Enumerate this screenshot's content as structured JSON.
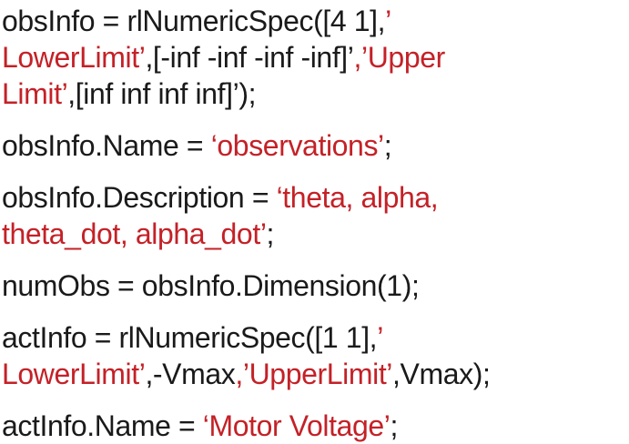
{
  "page": {
    "background": "#ffffff"
  },
  "colors": {
    "code": "#1a1a1a",
    "string": "#c42127"
  },
  "code_block": {
    "language": "matlab",
    "statements": [
      {
        "lines": [
          [
            {
              "t": "obsInfo = rlNumericSpec([4 1],",
              "c": "code"
            },
            {
              "t": "’",
              "c": "string"
            }
          ],
          [
            {
              "t": "LowerLimit’",
              "c": "string"
            },
            {
              "t": ",[-inf -inf -inf -inf]’",
              "c": "code"
            },
            {
              "t": ",’Upper",
              "c": "string"
            }
          ],
          [
            {
              "t": "Limit’",
              "c": "string"
            },
            {
              "t": ",[inf inf inf inf]’);",
              "c": "code"
            }
          ]
        ]
      },
      {
        "lines": [
          [
            {
              "t": "obsInfo.Name = ",
              "c": "code"
            },
            {
              "t": "‘observations’",
              "c": "string"
            },
            {
              "t": ";",
              "c": "code"
            }
          ]
        ]
      },
      {
        "lines": [
          [
            {
              "t": "obsInfo.Description = ",
              "c": "code"
            },
            {
              "t": "‘theta, alpha,",
              "c": "string"
            }
          ],
          [
            {
              "t": "theta_dot, alpha_dot’",
              "c": "string"
            },
            {
              "t": ";",
              "c": "code"
            }
          ]
        ]
      },
      {
        "lines": [
          [
            {
              "t": "numObs = obsInfo.Dimension(1);",
              "c": "code"
            }
          ]
        ]
      },
      {
        "lines": [
          [
            {
              "t": "actInfo = rlNumericSpec([1 1],",
              "c": "code"
            },
            {
              "t": "’",
              "c": "string"
            }
          ],
          [
            {
              "t": "LowerLimit’",
              "c": "string"
            },
            {
              "t": ",-Vmax",
              "c": "code"
            },
            {
              "t": ",’UpperLimit’",
              "c": "string"
            },
            {
              "t": ",Vmax);",
              "c": "code"
            }
          ]
        ]
      },
      {
        "lines": [
          [
            {
              "t": "actInfo.Name = ",
              "c": "code"
            },
            {
              "t": "‘Motor Voltage’",
              "c": "string"
            },
            {
              "t": ";",
              "c": "code"
            }
          ]
        ]
      }
    ]
  }
}
